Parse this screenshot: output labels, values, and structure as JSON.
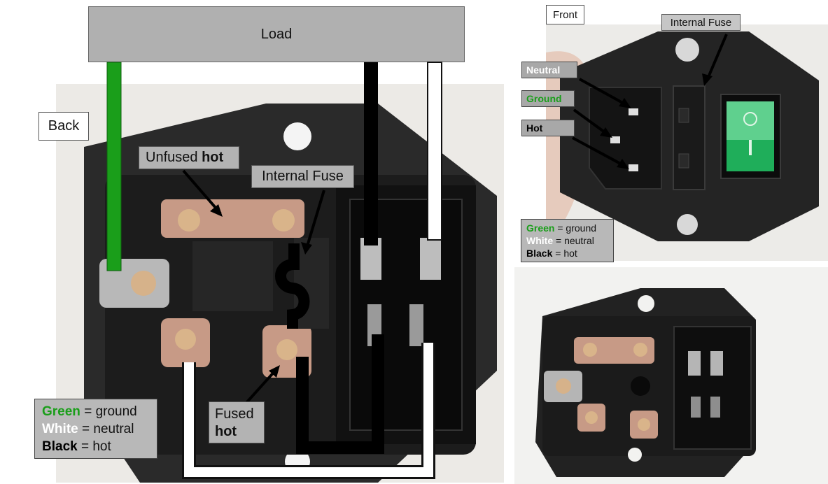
{
  "colors": {
    "ground": "#1a9e1a",
    "neutral": "#ffffff",
    "hot": "#000000",
    "label_bg": "#b3b3b3",
    "switch_green": "#1fae5a"
  },
  "load": {
    "label": "Load"
  },
  "back_view": {
    "title": "Back",
    "unfused_hot": {
      "prefix": "Unfused ",
      "bold": "hot"
    },
    "internal_fuse": "Internal Fuse",
    "fused_hot": {
      "line1": "Fused",
      "bold": "hot"
    },
    "legend": [
      {
        "keyword": "Green",
        "rest": " = ground",
        "color": "#1a9e1a"
      },
      {
        "keyword": "White",
        "rest": " = neutral",
        "color": "#ffffff"
      },
      {
        "keyword": "Black",
        "rest": " = hot",
        "color": "#000000"
      }
    ]
  },
  "front_view": {
    "title": "Front",
    "internal_fuse": "Internal Fuse",
    "pins": [
      {
        "label": "Neutral",
        "color": "#ffffff"
      },
      {
        "label": "Ground",
        "color": "#1a9e1a"
      },
      {
        "label": "Hot",
        "color": "#000000"
      }
    ],
    "legend": [
      {
        "keyword": "Green",
        "rest": " = ground",
        "color": "#1a9e1a"
      },
      {
        "keyword": "White",
        "rest": " = neutral",
        "color": "#ffffff"
      },
      {
        "keyword": "Black",
        "rest": " = hot",
        "color": "#000000"
      }
    ]
  }
}
